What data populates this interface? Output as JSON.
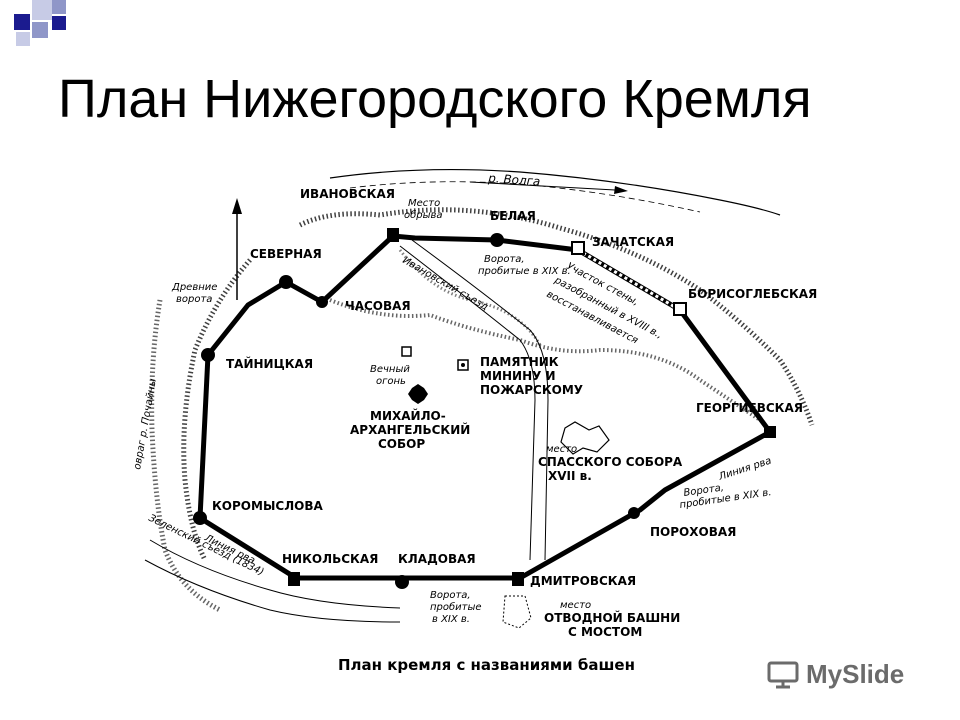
{
  "slide": {
    "title": "План Нижегородского Кремля",
    "accent_colors": [
      "#1b1b8f",
      "#8f96c8",
      "#c7cbe6"
    ]
  },
  "map": {
    "river": "р. Волга",
    "towers": {
      "ivanovskaya": "ИВАНОВСКАЯ",
      "belaya": "БЕЛАЯ",
      "zachatskaya": "ЗАЧАТСКАЯ",
      "borisoglebskaya": "БОРИСОГЛЕБСКАЯ",
      "severnaya": "СЕВЕРНАЯ",
      "chasovaya": "ЧАСОВАЯ",
      "taynitskaya": "ТАЙНИЦКАЯ",
      "georgievskaya": "ГЕОРГИЕВСКАЯ",
      "koromyslova": "КОРОМЫСЛОВА",
      "porokhovaya": "ПОРОХОВАЯ",
      "nikolskaya": "НИКОЛЬСКАЯ",
      "kladovaya": "КЛАДОВАЯ",
      "dmitrovskaya": "ДМИТРОВСКАЯ"
    },
    "landmarks": {
      "monument_1": "ПАМЯТНИК",
      "monument_2": "МИНИНУ И",
      "monument_3": "ПОЖАРСКОМУ",
      "cathedral_1": "МИХАЙЛО-",
      "cathedral_2": "АРХАНГЕЛЬСКИЙ",
      "cathedral_3": "СОБОР",
      "spassky_1": "место",
      "spassky_2": "СПАССКОГО СОБОРА",
      "spassky_3": "XVII в.",
      "flame_1": "Вечный",
      "flame_2": "огонь"
    },
    "notes": {
      "mesto_1": "Место",
      "mesto_2": "обрыва",
      "gates_belaya_1": "Ворота,",
      "gates_belaya_2": "пробитые в XIX в.",
      "wall_1": "Участок стены,",
      "wall_2": "разобранный в XVIII в.,",
      "wall_3": "восстанавливается",
      "ivan_road": "Ивановский съезд",
      "ancient_1": "Древние",
      "ancient_2": "ворота",
      "ravine": "овраг р. Почайны",
      "zelensky": "Зеленский съезд (1834)",
      "ditch_left": "Линия рва",
      "ditch_right": "Линия рва",
      "gates_right_1": "Ворота,",
      "gates_right_2": "пробитые в XIX в.",
      "gates_bottom_1": "Ворота,",
      "gates_bottom_2": "пробитые",
      "gates_bottom_3": "в XIX в.",
      "otvod_1": "место",
      "otvod_2": "ОТВОДНОЙ БАШНИ",
      "otvod_3": "С МОСТОМ"
    },
    "caption": "План кремля с названиями башен"
  },
  "watermark": {
    "text": "MySlide",
    "color": "#6b6b6b"
  }
}
